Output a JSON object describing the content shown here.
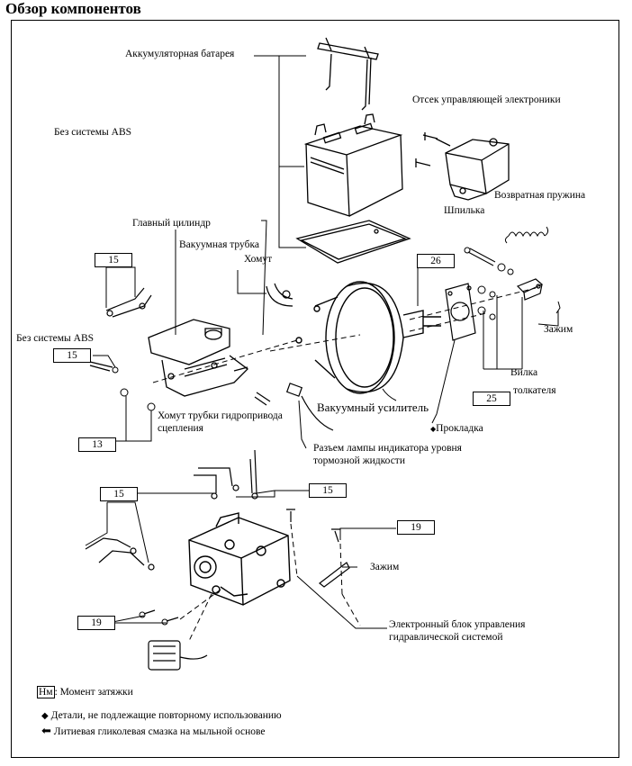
{
  "title": "Обзор компонентов",
  "labels": {
    "battery": "Аккумуляторная батарея",
    "no_abs_top": "Без системы ABS",
    "ecu_compartment": "Отсек управляющей электроники",
    "return_spring": "Возвратная пружина",
    "stud": "Шпилька",
    "master_cylinder": "Главный цилиндр",
    "vacuum_hose": "Вакуумная трубка",
    "clamp": "Хомут",
    "no_abs_left": "Без системы ABS",
    "clip_right": "Зажим",
    "pushrod_clevis_1": "Вилка",
    "pushrod_clevis_2": "толкателя",
    "brake_booster": "Вакуумный усилитель",
    "gasket": "Прокладка",
    "clutch_hose_clamp_1": "Хомут трубки гидропривода",
    "clutch_hose_clamp_2": "сцепления",
    "fluid_level_connector_1": "Разъем лампы индикатора уровня",
    "fluid_level_connector_2": "тормозной жидкости",
    "clip_lower": "Зажим",
    "hydraulic_ecu_1": "Электронный  блок управления",
    "hydraulic_ecu_2": "гидравлической системой"
  },
  "torques": {
    "t15_a": "15",
    "t26": "26",
    "t15_b": "15",
    "t25": "25",
    "t13": "13",
    "t15_c": "15",
    "t15_d": "15",
    "t19_a": "19",
    "t19_b": "19"
  },
  "legend": {
    "nm_symbol": "Нм",
    "nm_text": ": Момент затяжки",
    "non_reusable": "Детали, не подлежащие повторному использованию",
    "grease": "Литиевая гликолевая смазка на мыльной основе"
  }
}
